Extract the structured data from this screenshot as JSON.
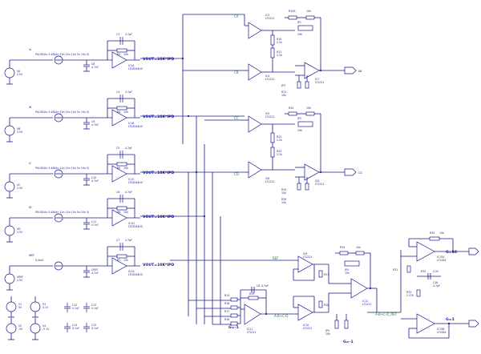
{
  "inputs": [
    {
      "label": "IA",
      "source": "VA",
      "source_value": "2.5V",
      "pulse": "PULSE(0n 5.4844n 10n 10n 10n 5n 10n 5)",
      "cap_a": "C3",
      "cap_a_value": "4.7pF",
      "cap_b": "C8",
      "cap_b_value": "4.7nF",
      "res": "R3",
      "res_value": "10k",
      "amp": "IC1A",
      "amp_part": "LTC6244HV",
      "vout": "VOUT=10K*IPD"
    },
    {
      "label": "IB",
      "source": "VB",
      "source_value": "2.5V",
      "pulse": "PULSE(0n 5.4844n 10n 10n 10n 5n 10n 5)",
      "cap_a": "C4",
      "cap_a_value": "4.7pF",
      "cap_b": "C9",
      "cap_b_value": "4.7nF",
      "res": "R4",
      "res_value": "10k",
      "amp": "IC1B",
      "amp_part": "LTC6244HV",
      "vout": "VOUT=10K*IPD"
    },
    {
      "label": "IC",
      "source": "VC",
      "source_value": "2.5V",
      "pulse": "PULSE(0n 5.4844n 10n 10n 10n 5n 10n 5)",
      "cap_a": "C5",
      "cap_a_value": "4.7pF",
      "cap_b": "C10",
      "cap_b_value": "4.7nF",
      "res": "R5",
      "res_value": "10k",
      "amp": "IC1C",
      "amp_part": "LTC6244HV",
      "vout": "VOUT=10K*IPD"
    },
    {
      "label": "ID",
      "source": "VD",
      "source_value": "2.5V",
      "pulse": "PULSE(0n 5.4844n 10n 10n 10n 5n 10n 5)",
      "cap_a": "C6",
      "cap_a_value": "4.7pF",
      "cap_b": "C11",
      "cap_b_value": "4.7nF",
      "res": "R6",
      "res_value": "10k",
      "amp": "IC1D",
      "amp_part": "LTC6244HV",
      "vout": "VOUT=10K*IPD"
    },
    {
      "label": "IREF",
      "source": "VREF",
      "source_value": "2.5V",
      "pulse": "0.4mA",
      "cap_a": "C7",
      "cap_a_value": "4.7pF",
      "cap_b": "CREF",
      "cap_b_value": "4.7nF",
      "res": "R7",
      "res_value": "10k",
      "amp": "IC2A",
      "amp_part": "LTC6244HV",
      "vout": "VOUT=10K*IPD"
    }
  ],
  "stages": {
    "top_amp_1": {
      "label": "IC3",
      "part": "LT1221"
    },
    "top_amp_2": {
      "label": "IC4",
      "part": "LT1221"
    },
    "top_amp_3": {
      "label": "IC5",
      "part": "LT1221"
    },
    "top_amp_4": {
      "label": "IC6",
      "part": "LT1221"
    },
    "diff_top": {
      "label": "IC7",
      "part": "LT1221"
    },
    "diff_mid": {
      "label": "IC8",
      "part": "LT1221"
    },
    "jp_top": {
      "label": "JP1",
      "part": "10k"
    },
    "jp_mid": {
      "label": "JP2",
      "part": "10k"
    },
    "ref_amp": {
      "label": "IC9",
      "part": "LT1221"
    },
    "ref_amp_2": {
      "label": "IC10",
      "part": "LT1221"
    },
    "sum_amp": {
      "label": "IC11",
      "part": "LT1221"
    },
    "sum_amp_2": {
      "label": "IC12",
      "part": "LT1221"
    },
    "out_amp_top": {
      "label": "IC13A",
      "part": "LT1364"
    },
    "out_amp_bot": {
      "label": "IC13B",
      "part": "LT1364"
    }
  },
  "nets": {
    "ca": "CA",
    "cb": "CB",
    "cc": "CC",
    "cd": "CD",
    "ref": "REF",
    "abcd": "A-B+C-D",
    "abcd_ref": "A-B+C-D_REF"
  },
  "outputs": {
    "a_label": "AB",
    "b_label": "CD"
  },
  "gains": {
    "g_minus1": "G=-1",
    "g_minus1_b": "G=-1",
    "g_10": "G=10",
    "g_1": "G=1"
  },
  "supplies": {
    "v1": "V1",
    "v1_value": "5V",
    "v2": "V2",
    "v2_value": "-5V",
    "v3": "V3",
    "v3_value": "5.1V",
    "v4": "V4",
    "v4_value": "-5.1V",
    "c12": "C12",
    "c12_value": "0.1uF",
    "c13": "C13",
    "c13_value": "0.1uF",
    "c14": "C14",
    "c14_value": "0.1uF",
    "c15": "C15",
    "c15_value": "0.1uF"
  },
  "colors": {
    "wire": "#1a1a8c",
    "net_label": "#1a8c1a",
    "highlight": "#c02020"
  }
}
